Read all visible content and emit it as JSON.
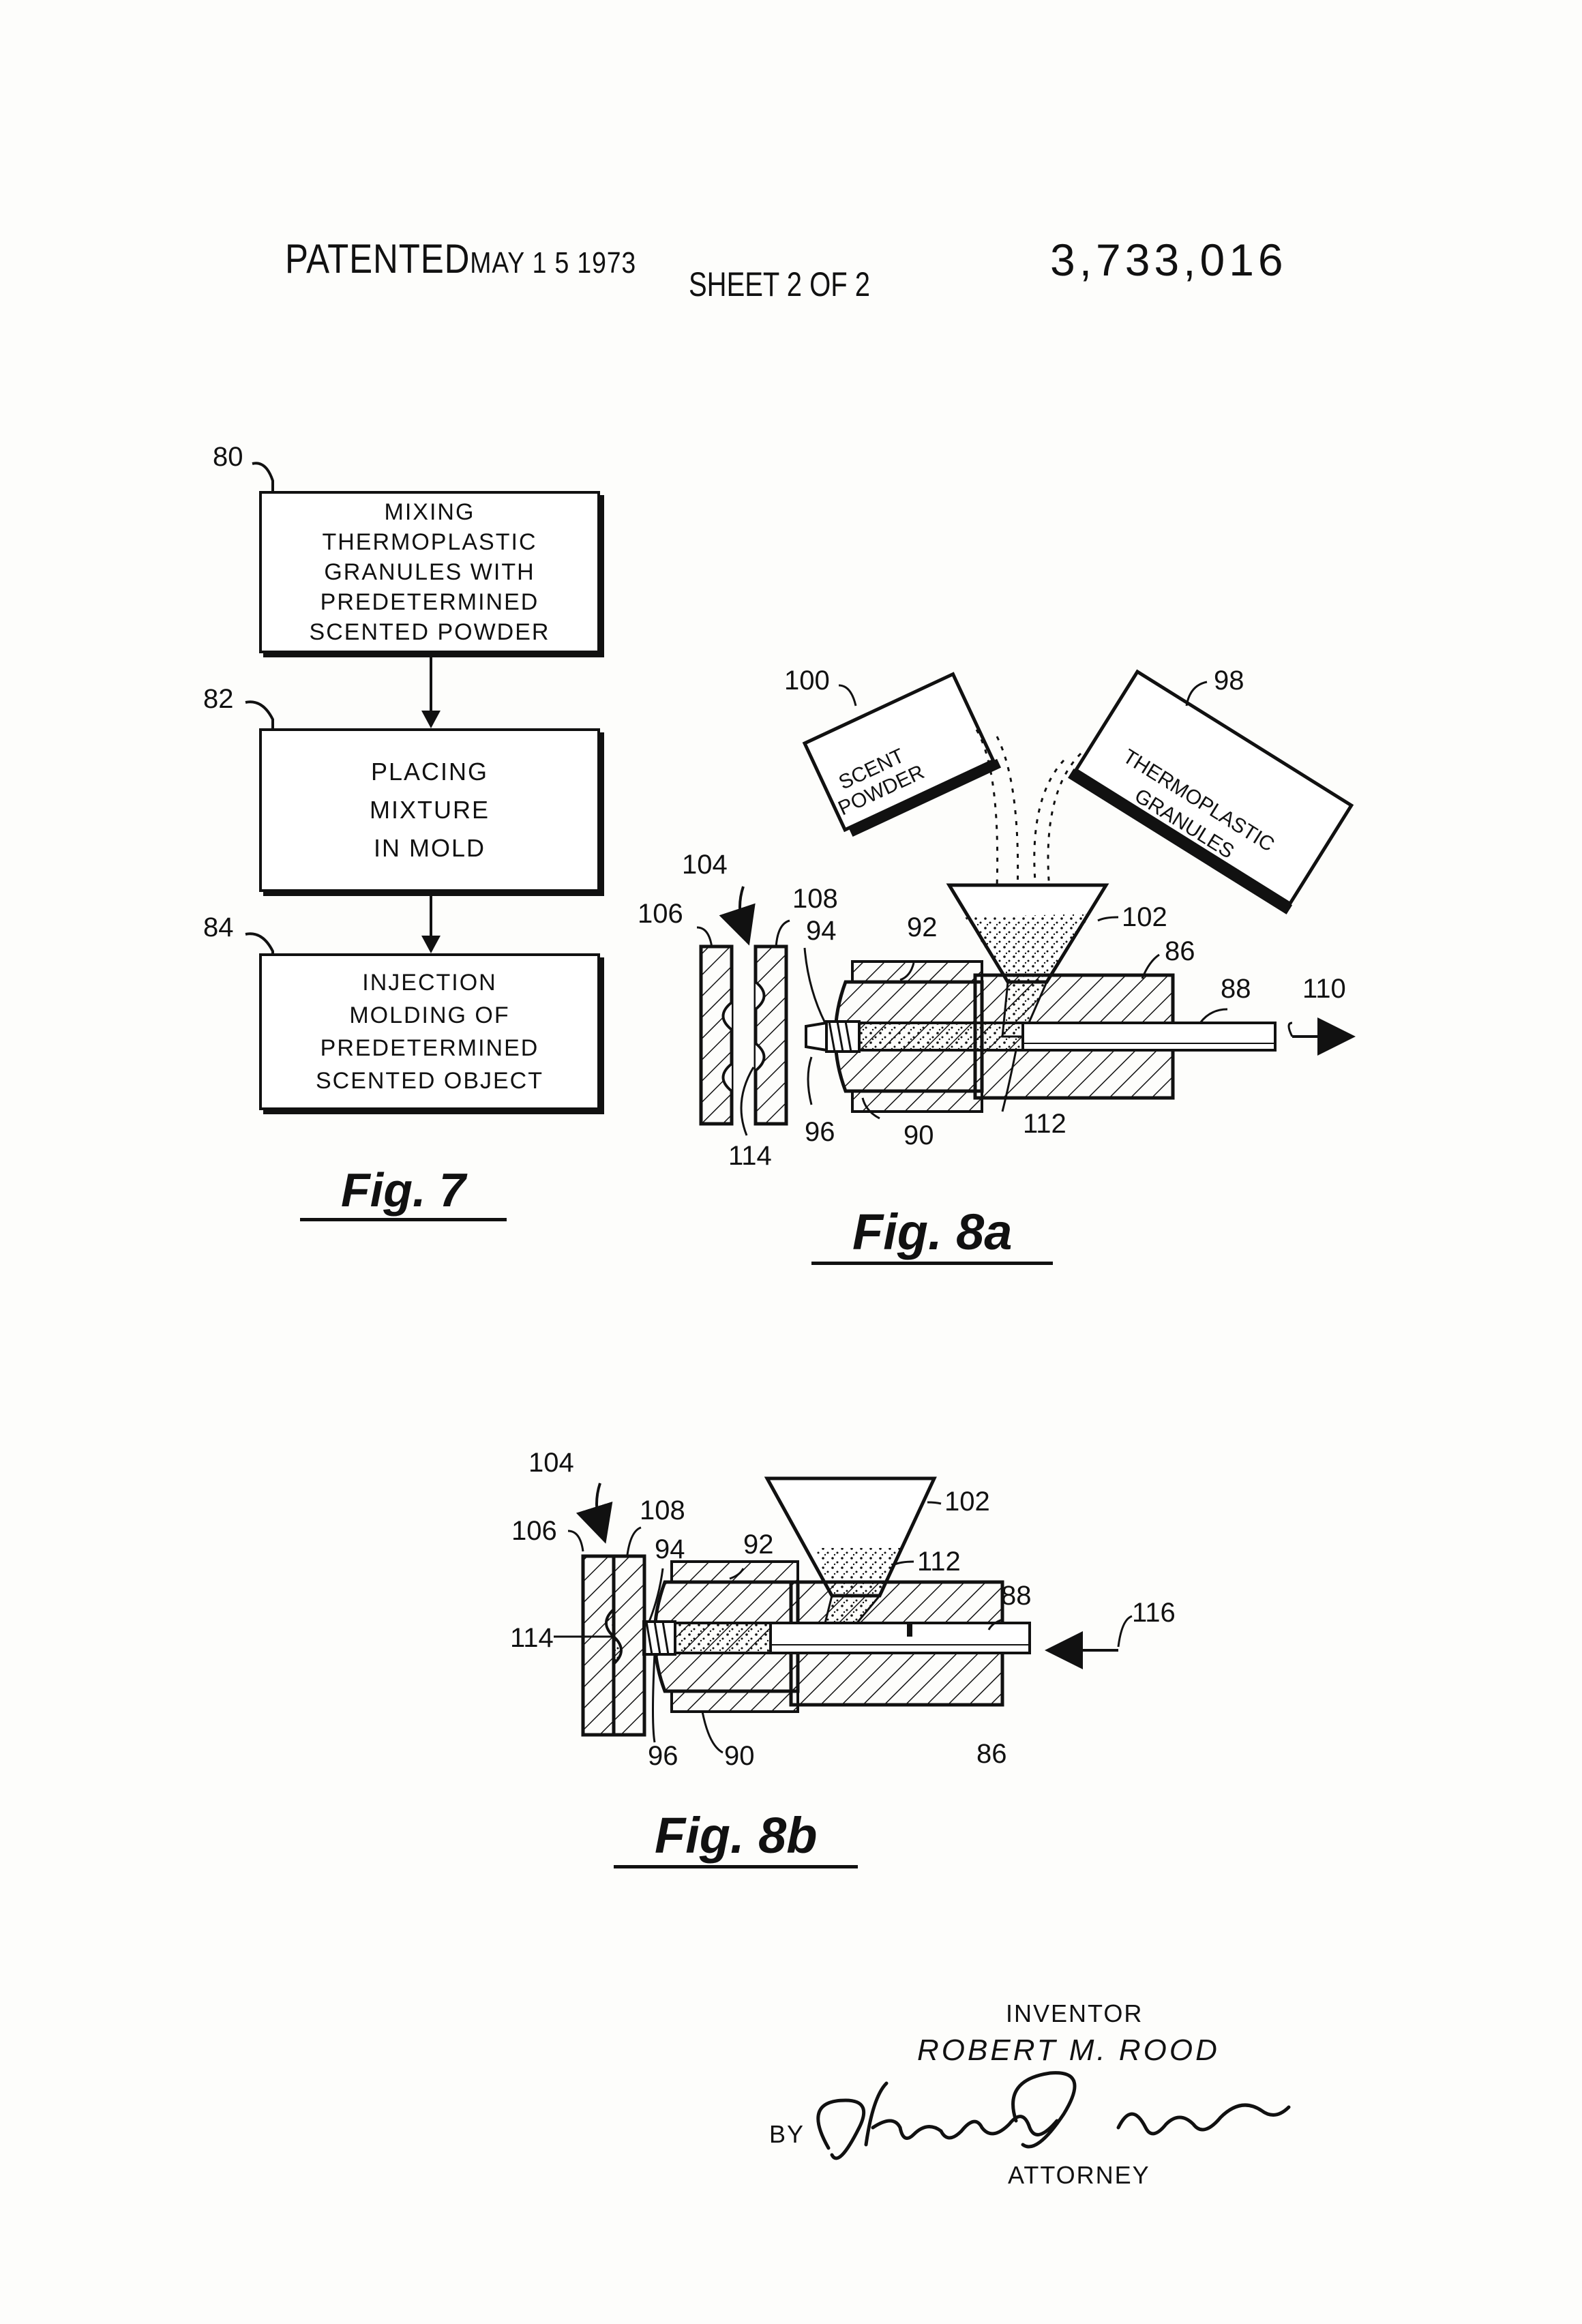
{
  "header": {
    "patented_label": "PATENTED",
    "patented_date": "MAY 1 5 1973",
    "sheet": "SHEET 2 OF 2",
    "patent_number": "3,733,016"
  },
  "fig7": {
    "caption": "Fig. 7",
    "steps": [
      {
        "ref": "80",
        "text": "MIXING\nTHERMOPLASTIC\nGRANULES WITH\nPREDETERMINED\nSCENTED POWDER"
      },
      {
        "ref": "82",
        "text": "PLACING\nMIXTURE\nIN MOLD"
      },
      {
        "ref": "84",
        "text": "INJECTION\nMOLDING OF\nPREDETERMINED\nSCENTED OBJECT"
      }
    ]
  },
  "fig8a": {
    "caption": "Fig. 8a",
    "box_scent": "SCENT\nPOWDER",
    "box_granules": "THERMOPLASTIC\nGRANULES",
    "refs": {
      "r100": "100",
      "r98": "98",
      "r104": "104",
      "r106": "106",
      "r108": "108",
      "r94": "94",
      "r92": "92",
      "r102": "102",
      "r86": "86",
      "r88": "88",
      "r110": "110",
      "r114": "114",
      "r96": "96",
      "r90": "90",
      "r112": "112"
    }
  },
  "fig8b": {
    "caption": "Fig. 8b",
    "refs": {
      "r104": "104",
      "r106": "106",
      "r108": "108",
      "r94": "94",
      "r92": "92",
      "r102": "102",
      "r112": "112",
      "r88": "88",
      "r116": "116",
      "r114": "114",
      "r96": "96",
      "r90": "90",
      "r86": "86"
    }
  },
  "footer": {
    "inventor_label": "INVENTOR",
    "inventor_name": "ROBERT M. ROOD",
    "by_label": "BY",
    "signature": "Charles A. Johnson",
    "attorney_label": "ATTORNEY"
  }
}
